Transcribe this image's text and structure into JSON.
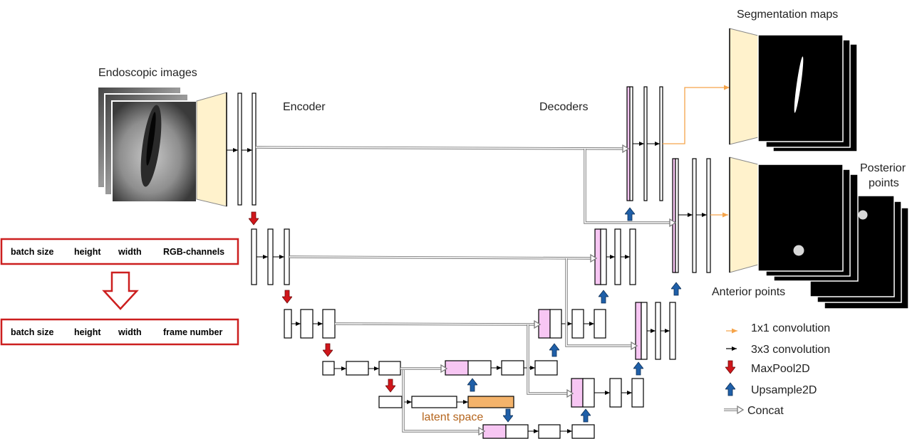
{
  "labels": {
    "endoscopic_images": "Endoscopic images",
    "encoder": "Encoder",
    "decoders": "Decoders",
    "segmentation_maps": "Segmentation maps",
    "posterior_points_line1": "Posterior",
    "posterior_points_line2": "points",
    "anterior_points": "Anterior points",
    "latent_space": "latent space"
  },
  "input_shape": [
    "batch size",
    "height",
    "width",
    "RGB-channels"
  ],
  "output_shape": [
    "batch size",
    "height",
    "width",
    "frame number"
  ],
  "legend": [
    {
      "label": "1x1 convolution",
      "color": "#f5a44a"
    },
    {
      "label": "3x3 convolution",
      "color": "#000000"
    },
    {
      "label": "MaxPool2D",
      "color": "#d0161b"
    },
    {
      "label": "Upsample2D",
      "color": "#1f5fa8"
    },
    {
      "label": "Concat",
      "color": "#7a7a7a"
    }
  ],
  "colors": {
    "input_layer": "#fff2cc",
    "skip_block": "#f7c6f3",
    "latent_block": "#f4b36b",
    "latent_text": "#b5651d",
    "shape_box_border": "#cc1f1f"
  }
}
